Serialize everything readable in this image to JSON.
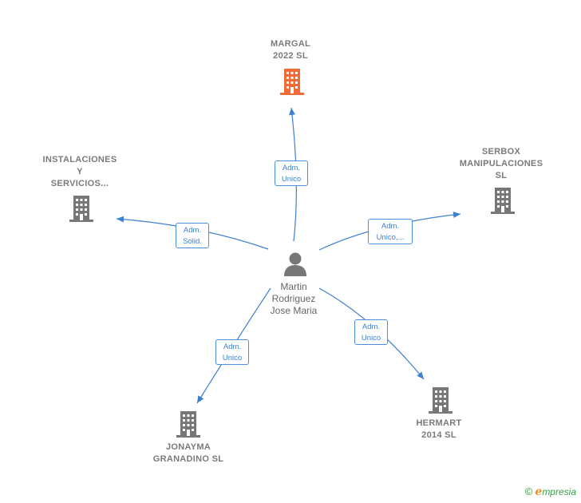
{
  "person": {
    "lines": [
      "Martin",
      "Rodriguez",
      "Jose Maria"
    ]
  },
  "companies": {
    "margal": {
      "lines": [
        "MARGAL",
        "2022  SL"
      ],
      "color": "#f26a35"
    },
    "instalaciones": {
      "lines": [
        "INSTALACIONES",
        "Y",
        "SERVICIOS..."
      ],
      "color": "#777777"
    },
    "serbox": {
      "lines": [
        "SERBOX",
        "MANIPULACIONES",
        "SL"
      ],
      "color": "#777777"
    },
    "jonayma": {
      "lines": [
        "JONAYMA",
        "GRANADINO SL"
      ],
      "color": "#777777"
    },
    "hermart": {
      "lines": [
        "HERMART",
        "2014  SL"
      ],
      "color": "#777777"
    }
  },
  "edges": {
    "margal": [
      "Adm.",
      "Unico"
    ],
    "instalaciones": [
      "Adm.",
      "Solid."
    ],
    "serbox": [
      "Adm.",
      "Unico,..."
    ],
    "jonayma": [
      "Adm.",
      "Unico"
    ],
    "hermart": [
      "Adm.",
      "Unico"
    ]
  },
  "colors": {
    "edge": "#3d7fd0",
    "building": "#777777",
    "highlight": "#f26a35"
  },
  "footer": {
    "copyright": "©",
    "brand_initial": "e",
    "brand_rest": "mpresia"
  }
}
